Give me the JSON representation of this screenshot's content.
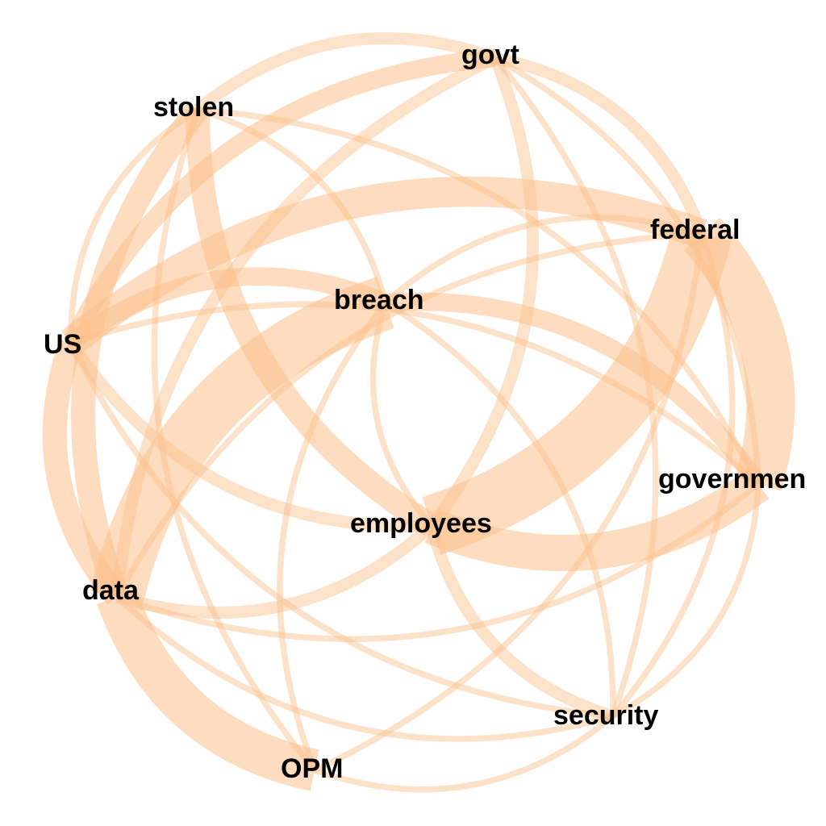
{
  "colors": {
    "edge": "#fbbf8a",
    "label": "#000000",
    "background": "#ffffff"
  },
  "graph": {
    "type": "co-occurrence-network",
    "layout": "circular",
    "nodes": [
      {
        "id": "govt",
        "label": "govt"
      },
      {
        "id": "federal",
        "label": "federal"
      },
      {
        "id": "government",
        "label": "governmen"
      },
      {
        "id": "security",
        "label": "security"
      },
      {
        "id": "OPM",
        "label": "OPM"
      },
      {
        "id": "data",
        "label": "data"
      },
      {
        "id": "US",
        "label": "US"
      },
      {
        "id": "stolen",
        "label": "stolen"
      },
      {
        "id": "breach",
        "label": "breach"
      },
      {
        "id": "employees",
        "label": "employees"
      }
    ],
    "edges": [
      {
        "source": "employees",
        "target": "federal",
        "weight": 10
      },
      {
        "source": "breach",
        "target": "data",
        "weight": 9
      },
      {
        "source": "federal",
        "target": "government",
        "weight": 8
      },
      {
        "source": "data",
        "target": "OPM",
        "weight": 7
      },
      {
        "source": "employees",
        "target": "government",
        "weight": 6
      },
      {
        "source": "US",
        "target": "federal",
        "weight": 5
      },
      {
        "source": "US",
        "target": "data",
        "weight": 4
      },
      {
        "source": "stolen",
        "target": "data",
        "weight": 4
      },
      {
        "source": "stolen",
        "target": "employees",
        "weight": 4
      },
      {
        "source": "govt",
        "target": "US",
        "weight": 3
      },
      {
        "source": "breach",
        "target": "government",
        "weight": 3
      },
      {
        "source": "US",
        "target": "breach",
        "weight": 3
      },
      {
        "source": "stolen",
        "target": "govt",
        "weight": 2
      },
      {
        "source": "govt",
        "target": "federal",
        "weight": 2
      },
      {
        "source": "govt",
        "target": "data",
        "weight": 2
      },
      {
        "source": "govt",
        "target": "employees",
        "weight": 2
      },
      {
        "source": "US",
        "target": "employees",
        "weight": 2
      },
      {
        "source": "employees",
        "target": "security",
        "weight": 2
      },
      {
        "source": "data",
        "target": "employees",
        "weight": 2
      },
      {
        "source": "breach",
        "target": "employees",
        "weight": 1
      },
      {
        "source": "data",
        "target": "security",
        "weight": 1
      },
      {
        "source": "stolen",
        "target": "breach",
        "weight": 1
      },
      {
        "source": "stolen",
        "target": "OPM",
        "weight": 1
      },
      {
        "source": "breach",
        "target": "OPM",
        "weight": 1
      },
      {
        "source": "breach",
        "target": "federal",
        "weight": 1
      },
      {
        "source": "breach",
        "target": "security",
        "weight": 1
      },
      {
        "source": "US",
        "target": "security",
        "weight": 1
      },
      {
        "source": "US",
        "target": "government",
        "weight": 1
      },
      {
        "source": "data",
        "target": "federal",
        "weight": 1
      },
      {
        "source": "data",
        "target": "government",
        "weight": 1
      },
      {
        "source": "govt",
        "target": "government",
        "weight": 1
      },
      {
        "source": "OPM",
        "target": "security",
        "weight": 1
      },
      {
        "source": "OPM",
        "target": "federal",
        "weight": 1
      },
      {
        "source": "stolen",
        "target": "government",
        "weight": 1
      },
      {
        "source": "security",
        "target": "federal",
        "weight": 1
      },
      {
        "source": "security",
        "target": "government",
        "weight": 1
      },
      {
        "source": "stolen",
        "target": "US",
        "weight": 1
      },
      {
        "source": "govt",
        "target": "security",
        "weight": 1
      }
    ]
  }
}
